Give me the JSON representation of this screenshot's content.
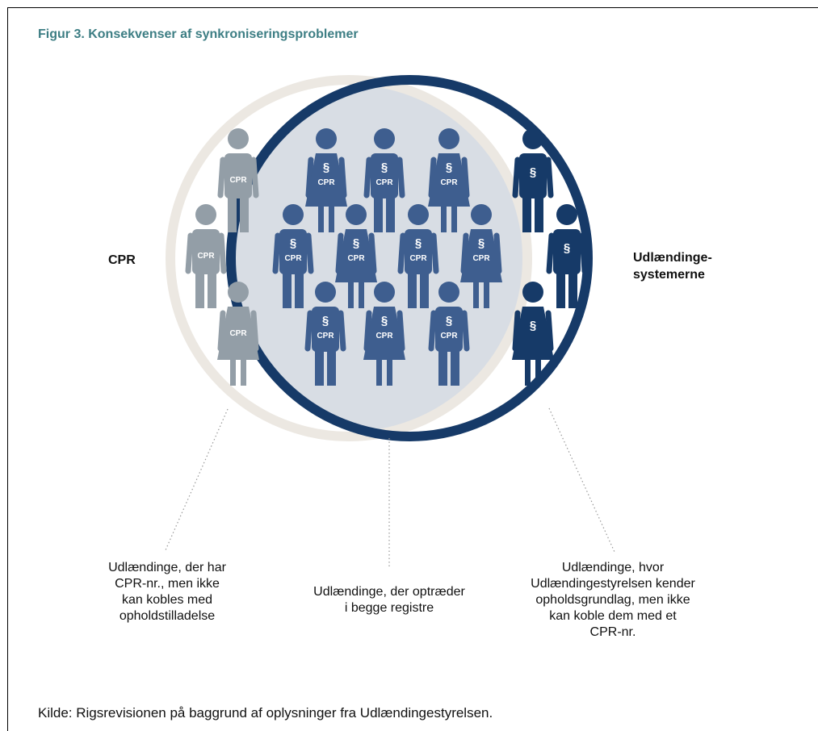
{
  "figure": {
    "title": "Figur 3. Konsekvenser af synkroniseringsproblemer",
    "source": "Kilde:  Rigsrevisionen på baggrund af oplysninger fra Udlændingestyrelsen."
  },
  "colors": {
    "title": "#3d7e84",
    "cpr_ring": "#ece8e2",
    "udl_ring": "#163a68",
    "overlap_fill": "#d8dde4",
    "person_grey": "#939ea7",
    "person_mid": "#3e5e8f",
    "person_dark": "#163a68",
    "leader": "#999999"
  },
  "sets": {
    "cpr_label": "CPR",
    "udl_label_1": "Udlændinge-",
    "udl_label_2": "systemerne"
  },
  "person_badges": {
    "cpr": "CPR",
    "paragraph": "§"
  },
  "captions": {
    "left": [
      "Udlændinge, der har",
      "CPR-nr., men ikke",
      "kan kobles med",
      "opholdstilladelse"
    ],
    "center": [
      "Udlændinge, der optræder",
      "i begge registre"
    ],
    "right": [
      "Udlændinge, hvor",
      "Udlændingestyrelsen kender",
      "opholdsgrundlag, men ikke",
      "kan koble dem med et",
      "CPR-nr."
    ]
  },
  "groups": {
    "cpr_only": [
      {
        "gender": "male",
        "badges": [
          "cpr"
        ]
      },
      {
        "gender": "male",
        "badges": [
          "cpr"
        ]
      },
      {
        "gender": "female",
        "badges": [
          "cpr"
        ]
      }
    ],
    "both": [
      {
        "gender": "female",
        "badges": [
          "paragraph",
          "cpr"
        ]
      },
      {
        "gender": "male",
        "badges": [
          "paragraph",
          "cpr"
        ]
      },
      {
        "gender": "female",
        "badges": [
          "paragraph",
          "cpr"
        ]
      },
      {
        "gender": "male",
        "badges": [
          "paragraph",
          "cpr"
        ]
      },
      {
        "gender": "female",
        "badges": [
          "paragraph",
          "cpr"
        ]
      },
      {
        "gender": "male",
        "badges": [
          "paragraph",
          "cpr"
        ]
      },
      {
        "gender": "female",
        "badges": [
          "paragraph",
          "cpr"
        ]
      },
      {
        "gender": "male",
        "badges": [
          "paragraph",
          "cpr"
        ]
      },
      {
        "gender": "female",
        "badges": [
          "paragraph",
          "cpr"
        ]
      },
      {
        "gender": "male",
        "badges": [
          "paragraph",
          "cpr"
        ]
      }
    ],
    "udl_only": [
      {
        "gender": "male",
        "badges": [
          "paragraph"
        ]
      },
      {
        "gender": "male",
        "badges": [
          "paragraph"
        ]
      },
      {
        "gender": "female",
        "badges": [
          "paragraph"
        ]
      }
    ]
  }
}
